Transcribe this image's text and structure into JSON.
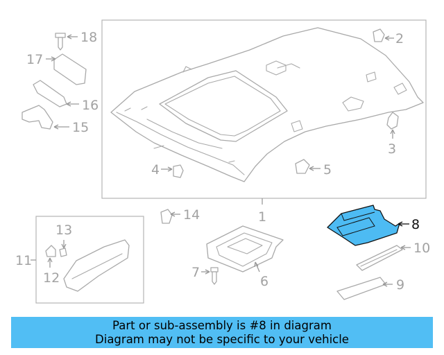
{
  "colors": {
    "highlight_fill": "#4dbbf3",
    "highlight_stroke": "#111111",
    "part_stroke": "#a9a9a9",
    "callout_text": "#a2a2a2",
    "banner_bg": "#51bef4"
  },
  "callouts": [
    {
      "id": "c1",
      "label": "1"
    },
    {
      "id": "c2",
      "label": "2"
    },
    {
      "id": "c3",
      "label": "3"
    },
    {
      "id": "c4",
      "label": "4"
    },
    {
      "id": "c5",
      "label": "5"
    },
    {
      "id": "c6",
      "label": "6"
    },
    {
      "id": "c7",
      "label": "7"
    },
    {
      "id": "c8",
      "label": "8",
      "highlighted": true
    },
    {
      "id": "c9",
      "label": "9"
    },
    {
      "id": "c10",
      "label": "10"
    },
    {
      "id": "c11",
      "label": "11"
    },
    {
      "id": "c12",
      "label": "12"
    },
    {
      "id": "c13",
      "label": "13"
    },
    {
      "id": "c14",
      "label": "14"
    },
    {
      "id": "c15",
      "label": "15"
    },
    {
      "id": "c16",
      "label": "16"
    },
    {
      "id": "c17",
      "label": "17"
    },
    {
      "id": "c18",
      "label": "18"
    }
  ],
  "banner": {
    "line1": "Part or sub-assembly is #8 in diagram",
    "line2": "Diagram may not be specific to your vehicle"
  }
}
